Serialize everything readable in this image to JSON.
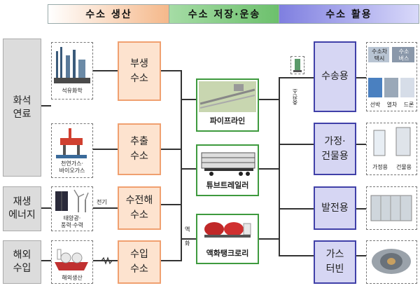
{
  "header": {
    "production": "수소 생산",
    "storage": "수소 저장·운송",
    "utilization": "수소 활용"
  },
  "sources": [
    {
      "label_line1": "화석",
      "label_line2": "연료"
    },
    {
      "label_line1": "재생",
      "label_line2": "에너지"
    },
    {
      "label_line1": "해외",
      "label_line2": "수입"
    }
  ],
  "source_images": {
    "petrochem": "석유화학",
    "natural_gas_line1": "천연가스·",
    "natural_gas_line2": "바이오가스",
    "renewable_line1": "태양광·",
    "renewable_line2": "풍력·수력",
    "overseas": "해외생산"
  },
  "connector_labels": {
    "electricity": "전기",
    "liquefaction_1": "액",
    "liquefaction_2": "화",
    "charging_station": "충전소"
  },
  "methods": [
    {
      "line1": "부생",
      "line2": "수소"
    },
    {
      "line1": "추출",
      "line2": "수소"
    },
    {
      "line1": "수전해",
      "line2": "수소"
    },
    {
      "line1": "수입",
      "line2": "수소"
    }
  ],
  "storage": [
    {
      "label": "파이프라인"
    },
    {
      "label": "튜브트레일러"
    },
    {
      "label": "액화탱크로리"
    }
  ],
  "uses": [
    {
      "line1": "수송용",
      "line2": ""
    },
    {
      "line1": "가정·",
      "line2": "건물용"
    },
    {
      "line1": "발전용",
      "line2": ""
    },
    {
      "line1": "가스",
      "line2": "터빈"
    }
  ],
  "use_images": {
    "hydrogen_taxi_line1": "수소차",
    "hydrogen_taxi_line2": "택시",
    "hydrogen_bus_line1": "수소",
    "hydrogen_bus_line2": "버스",
    "ship": "선박",
    "train": "열차",
    "drone": "드론",
    "home": "가정용",
    "building": "건물용"
  },
  "colors": {
    "production_header": "#f7c9a3",
    "storage_header": "#8fd08f",
    "utilization_header": "#9c9ce8",
    "method_fill": "#fde3cf",
    "method_border": "#f0a070",
    "storage_border": "#3e9a3e",
    "use_fill": "#d6d6f3",
    "use_border": "#4040a8"
  }
}
